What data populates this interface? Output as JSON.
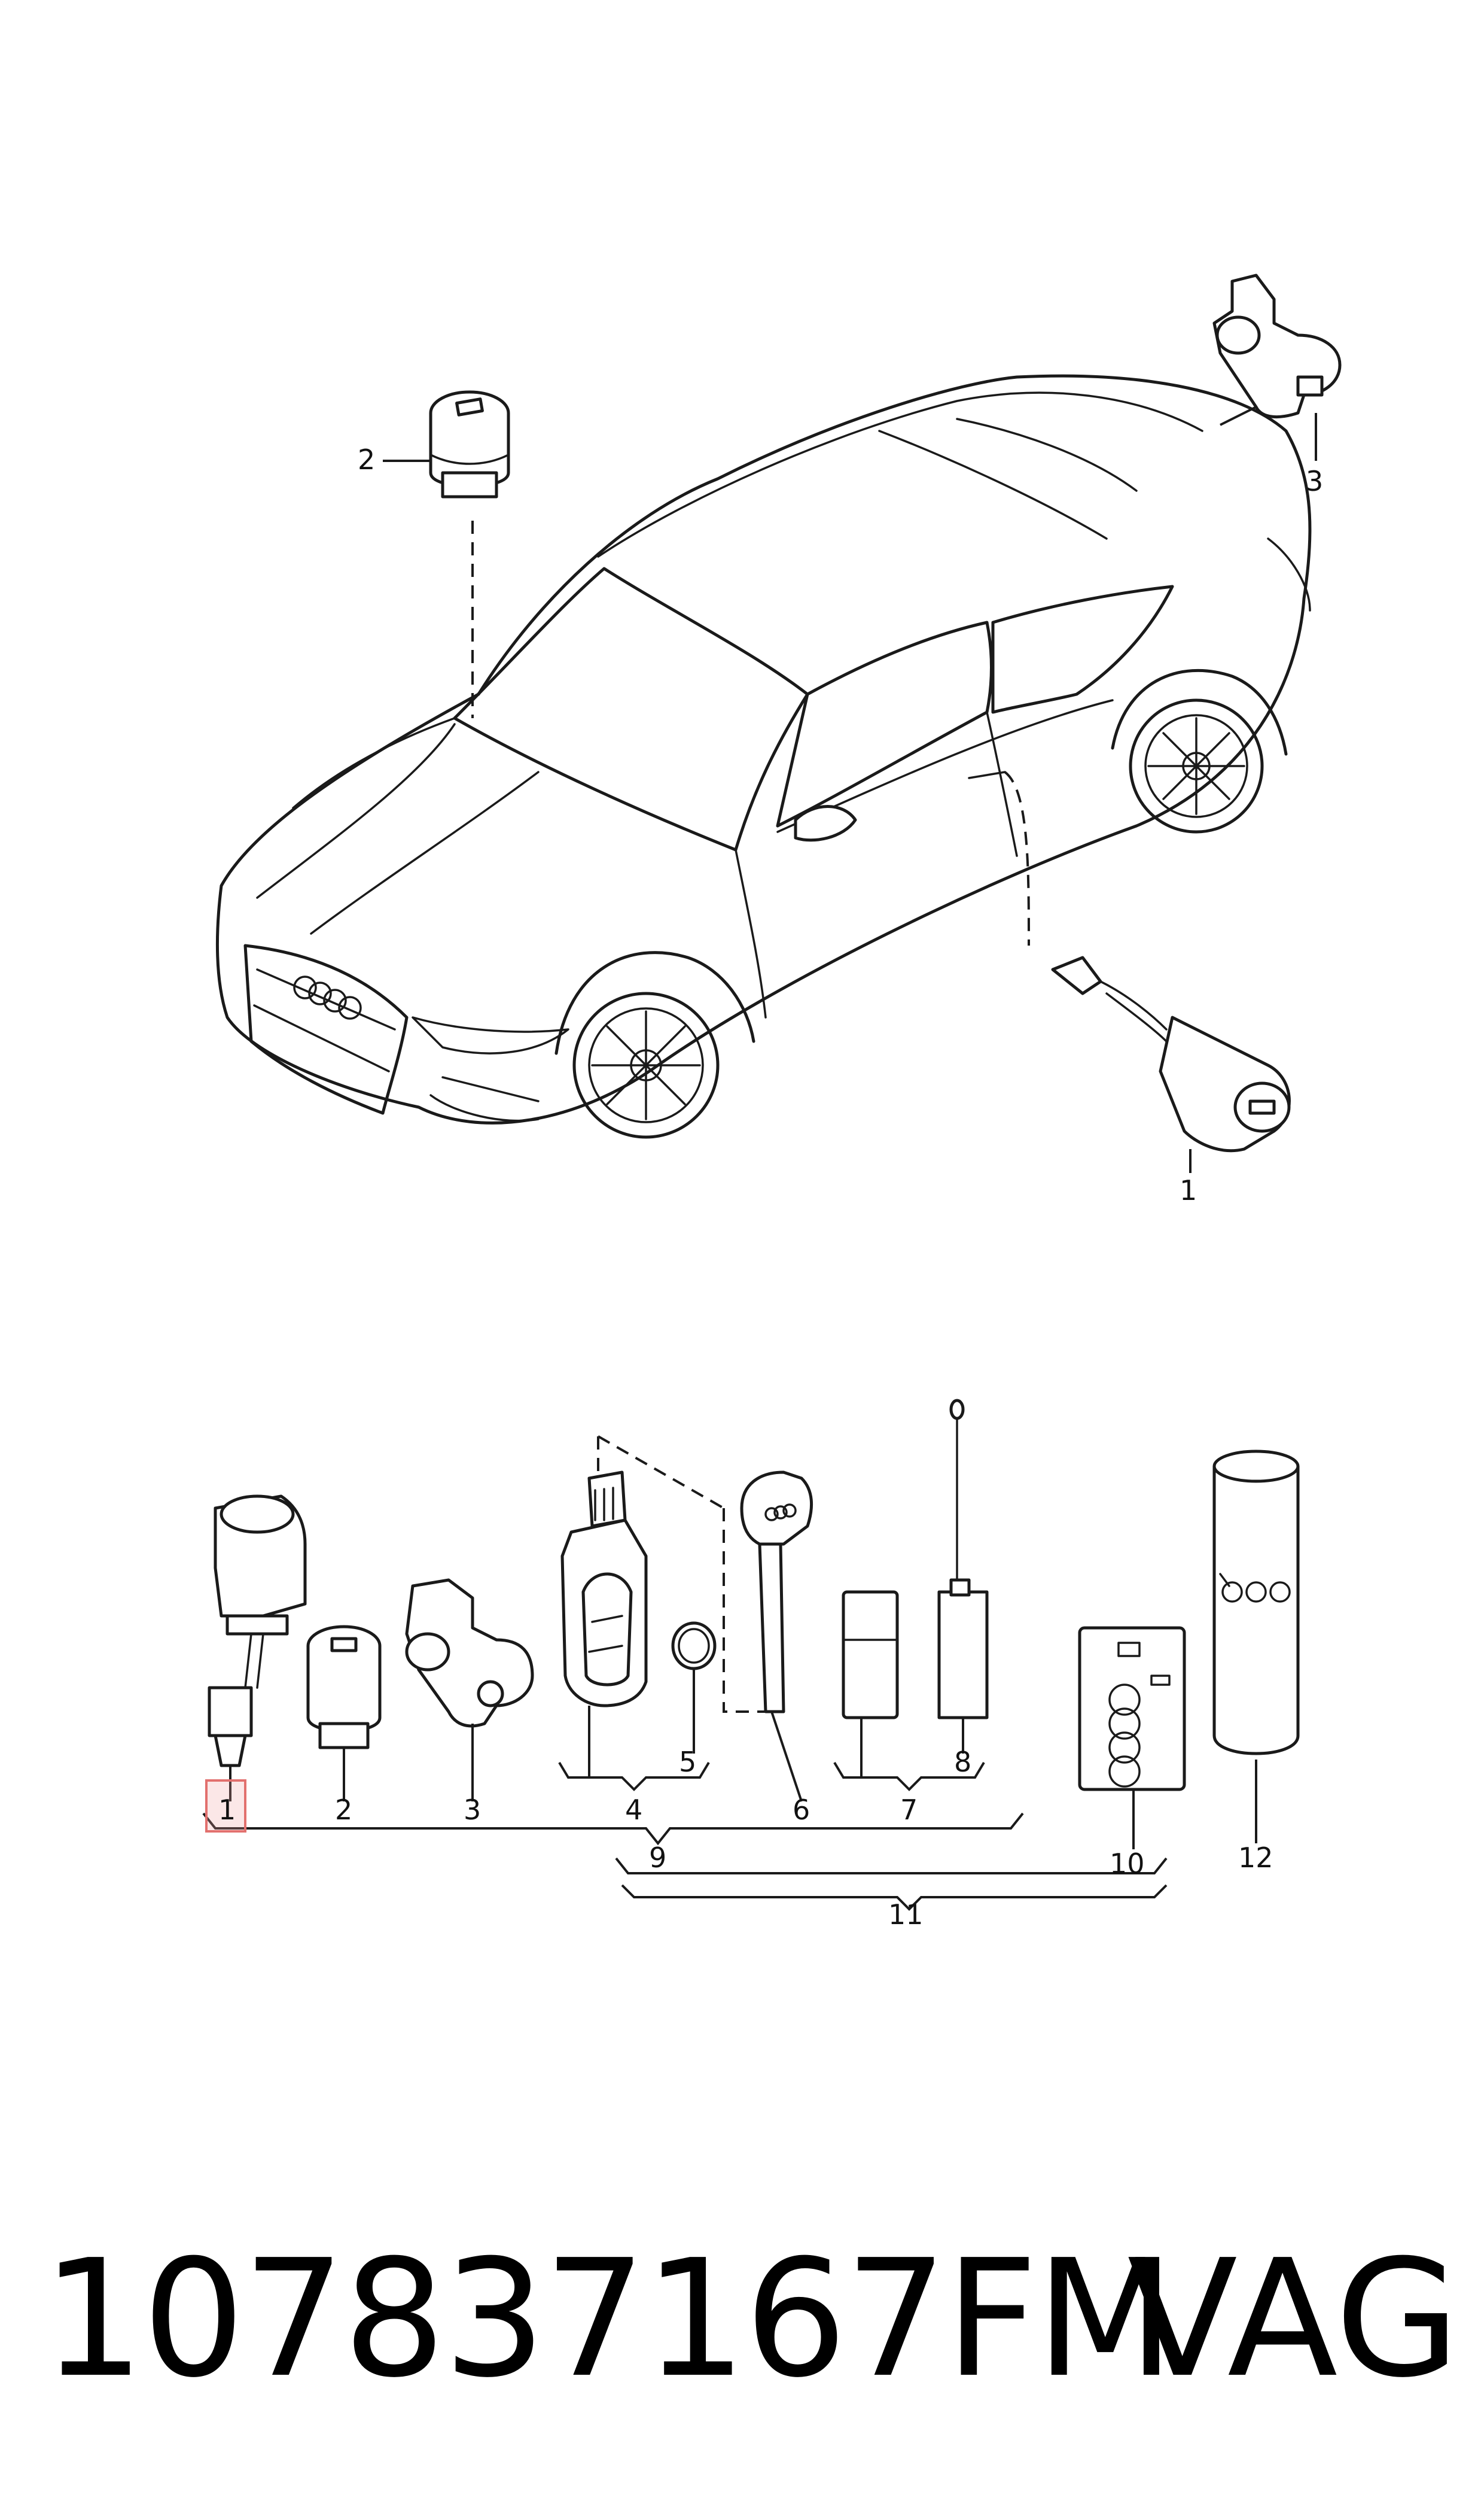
{
  "labels": {
    "top_lock_front": "1",
    "top_cylinder": "2",
    "top_rear_lock": "3",
    "kit_lock": "1",
    "kit_cylinder": "2",
    "kit_rear_lock": "3",
    "kit_remote_key": "4",
    "kit_battery": "5",
    "kit_blade_key": "6",
    "kit_transponder_group": "7",
    "kit_antenna_card": "8",
    "kit_group_9": "9",
    "kit_card": "10",
    "kit_group_11": "11",
    "kit_tube": "12"
  },
  "highlight_color": "#e2706e",
  "footer": {
    "part_number": "107837167FM",
    "brand": "VAG"
  }
}
